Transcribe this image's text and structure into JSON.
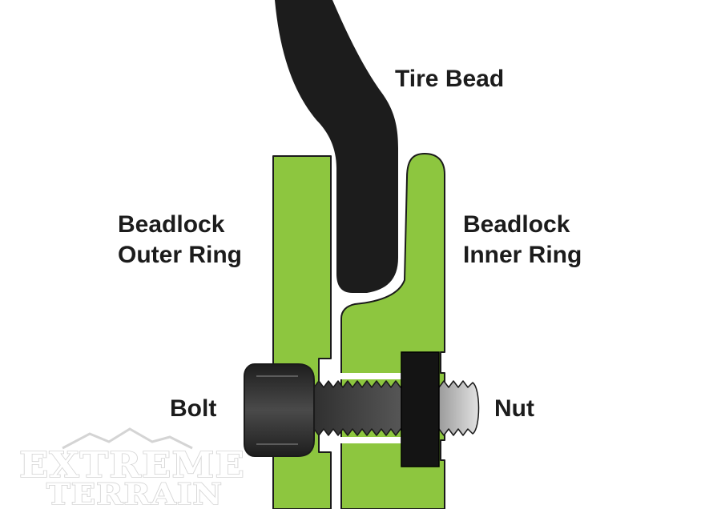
{
  "labels": {
    "tire_bead": "Tire Bead",
    "outer_ring_line1": "Beadlock",
    "outer_ring_line2": "Outer Ring",
    "inner_ring_line1": "Beadlock",
    "inner_ring_line2": "Inner Ring",
    "bolt": "Bolt",
    "nut": "Nut"
  },
  "watermark": {
    "line1": "EXTREME",
    "line2": "TERRAIN"
  },
  "colors": {
    "ring_green": "#8dc63f",
    "outline": "#1a1a1a",
    "tire_bead": "#1c1c1c",
    "bolt_dark": "#3a3a3a",
    "thread_light": "#d9d9d9",
    "nut": "#141414"
  }
}
